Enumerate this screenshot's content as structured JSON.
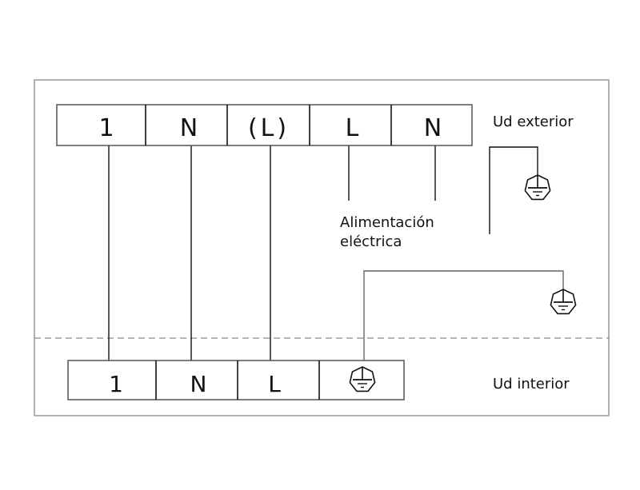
{
  "outdoor_unit": {
    "label": "Ud exterior",
    "terminals": [
      "1",
      "N",
      "(L)",
      "L",
      "N"
    ]
  },
  "indoor_unit": {
    "label": "Ud interior",
    "terminals": [
      "1",
      "N",
      "L"
    ],
    "ground_terminal_icon": "ground-icon"
  },
  "power_supply": {
    "line1": "Alimentación",
    "line2": "eléctrica"
  }
}
